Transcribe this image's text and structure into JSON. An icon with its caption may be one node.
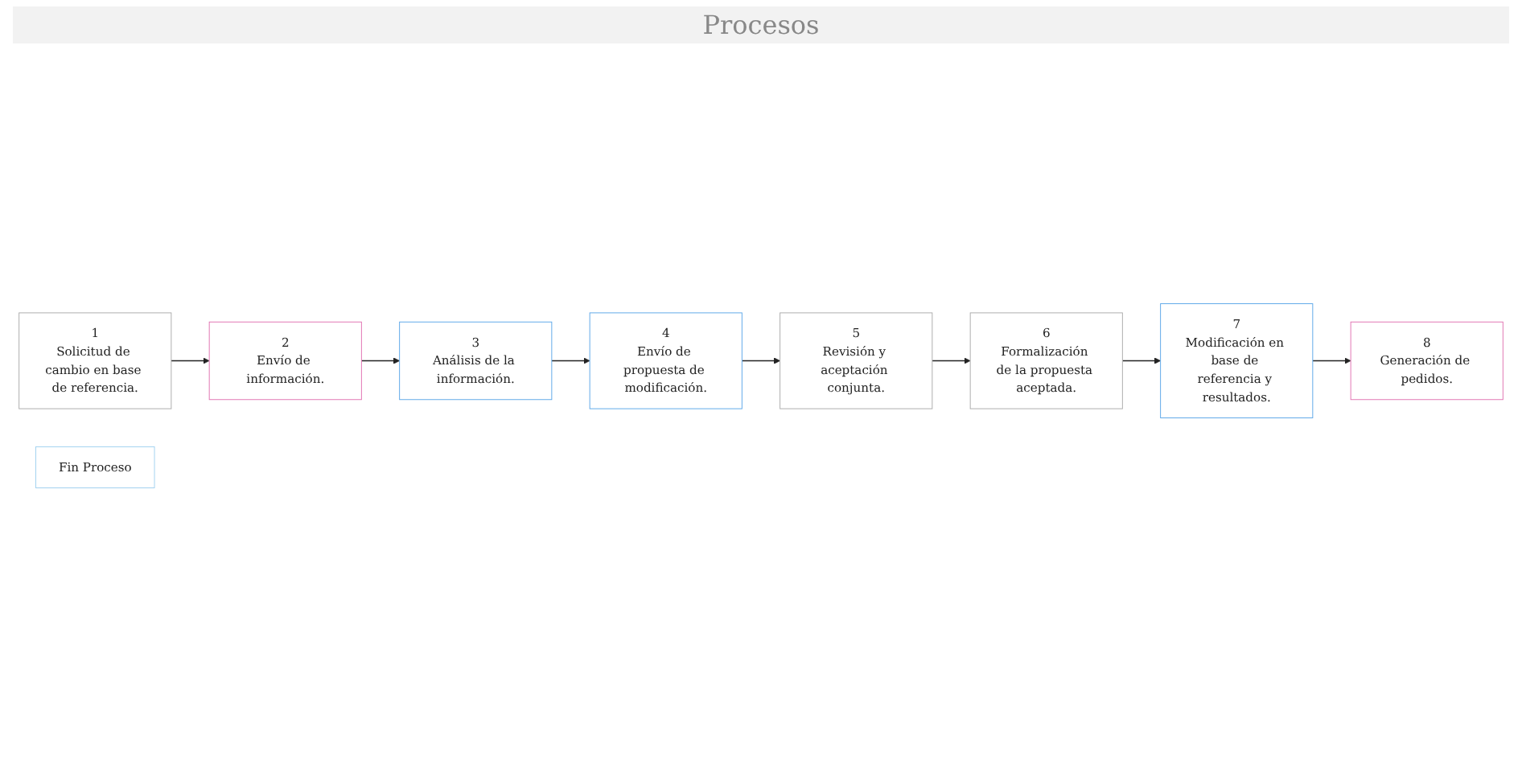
{
  "diagram": {
    "title": "Procesos",
    "nodes": [
      {
        "text": [
          "1",
          "Solicitud de cambio en base de referencia."
        ]
      },
      {
        "text": [
          "2",
          "Envío de información."
        ]
      },
      {
        "text": [
          "3",
          "Análisis de la información."
        ]
      },
      {
        "text": [
          "4",
          "Envío de propuesta de modificación."
        ]
      },
      {
        "text": [
          "5",
          "Revisión y aceptación conjunta."
        ]
      },
      {
        "text": [
          "6",
          "Formalización de la propuesta aceptada."
        ]
      },
      {
        "text": [
          "7",
          "Modificación en base de referencia y resultados."
        ]
      },
      {
        "text": [
          "8",
          "Generación de pedidos."
        ]
      },
      {
        "text": [
          "Fin Proceso"
        ]
      }
    ],
    "edges": [
      {
        "from": 0,
        "to": 1,
        "arrow": "to"
      },
      {
        "from": 1,
        "to": 2,
        "arrow": "to"
      },
      {
        "from": 2,
        "to": 3,
        "arrow": "to"
      },
      {
        "from": 3,
        "to": 4,
        "arrow": "to"
      },
      {
        "from": 4,
        "to": 5,
        "arrow": "to"
      },
      {
        "from": 5,
        "to": 6,
        "arrow": "to"
      },
      {
        "from": 6,
        "to": 7,
        "arrow": "to"
      }
    ]
  }
}
